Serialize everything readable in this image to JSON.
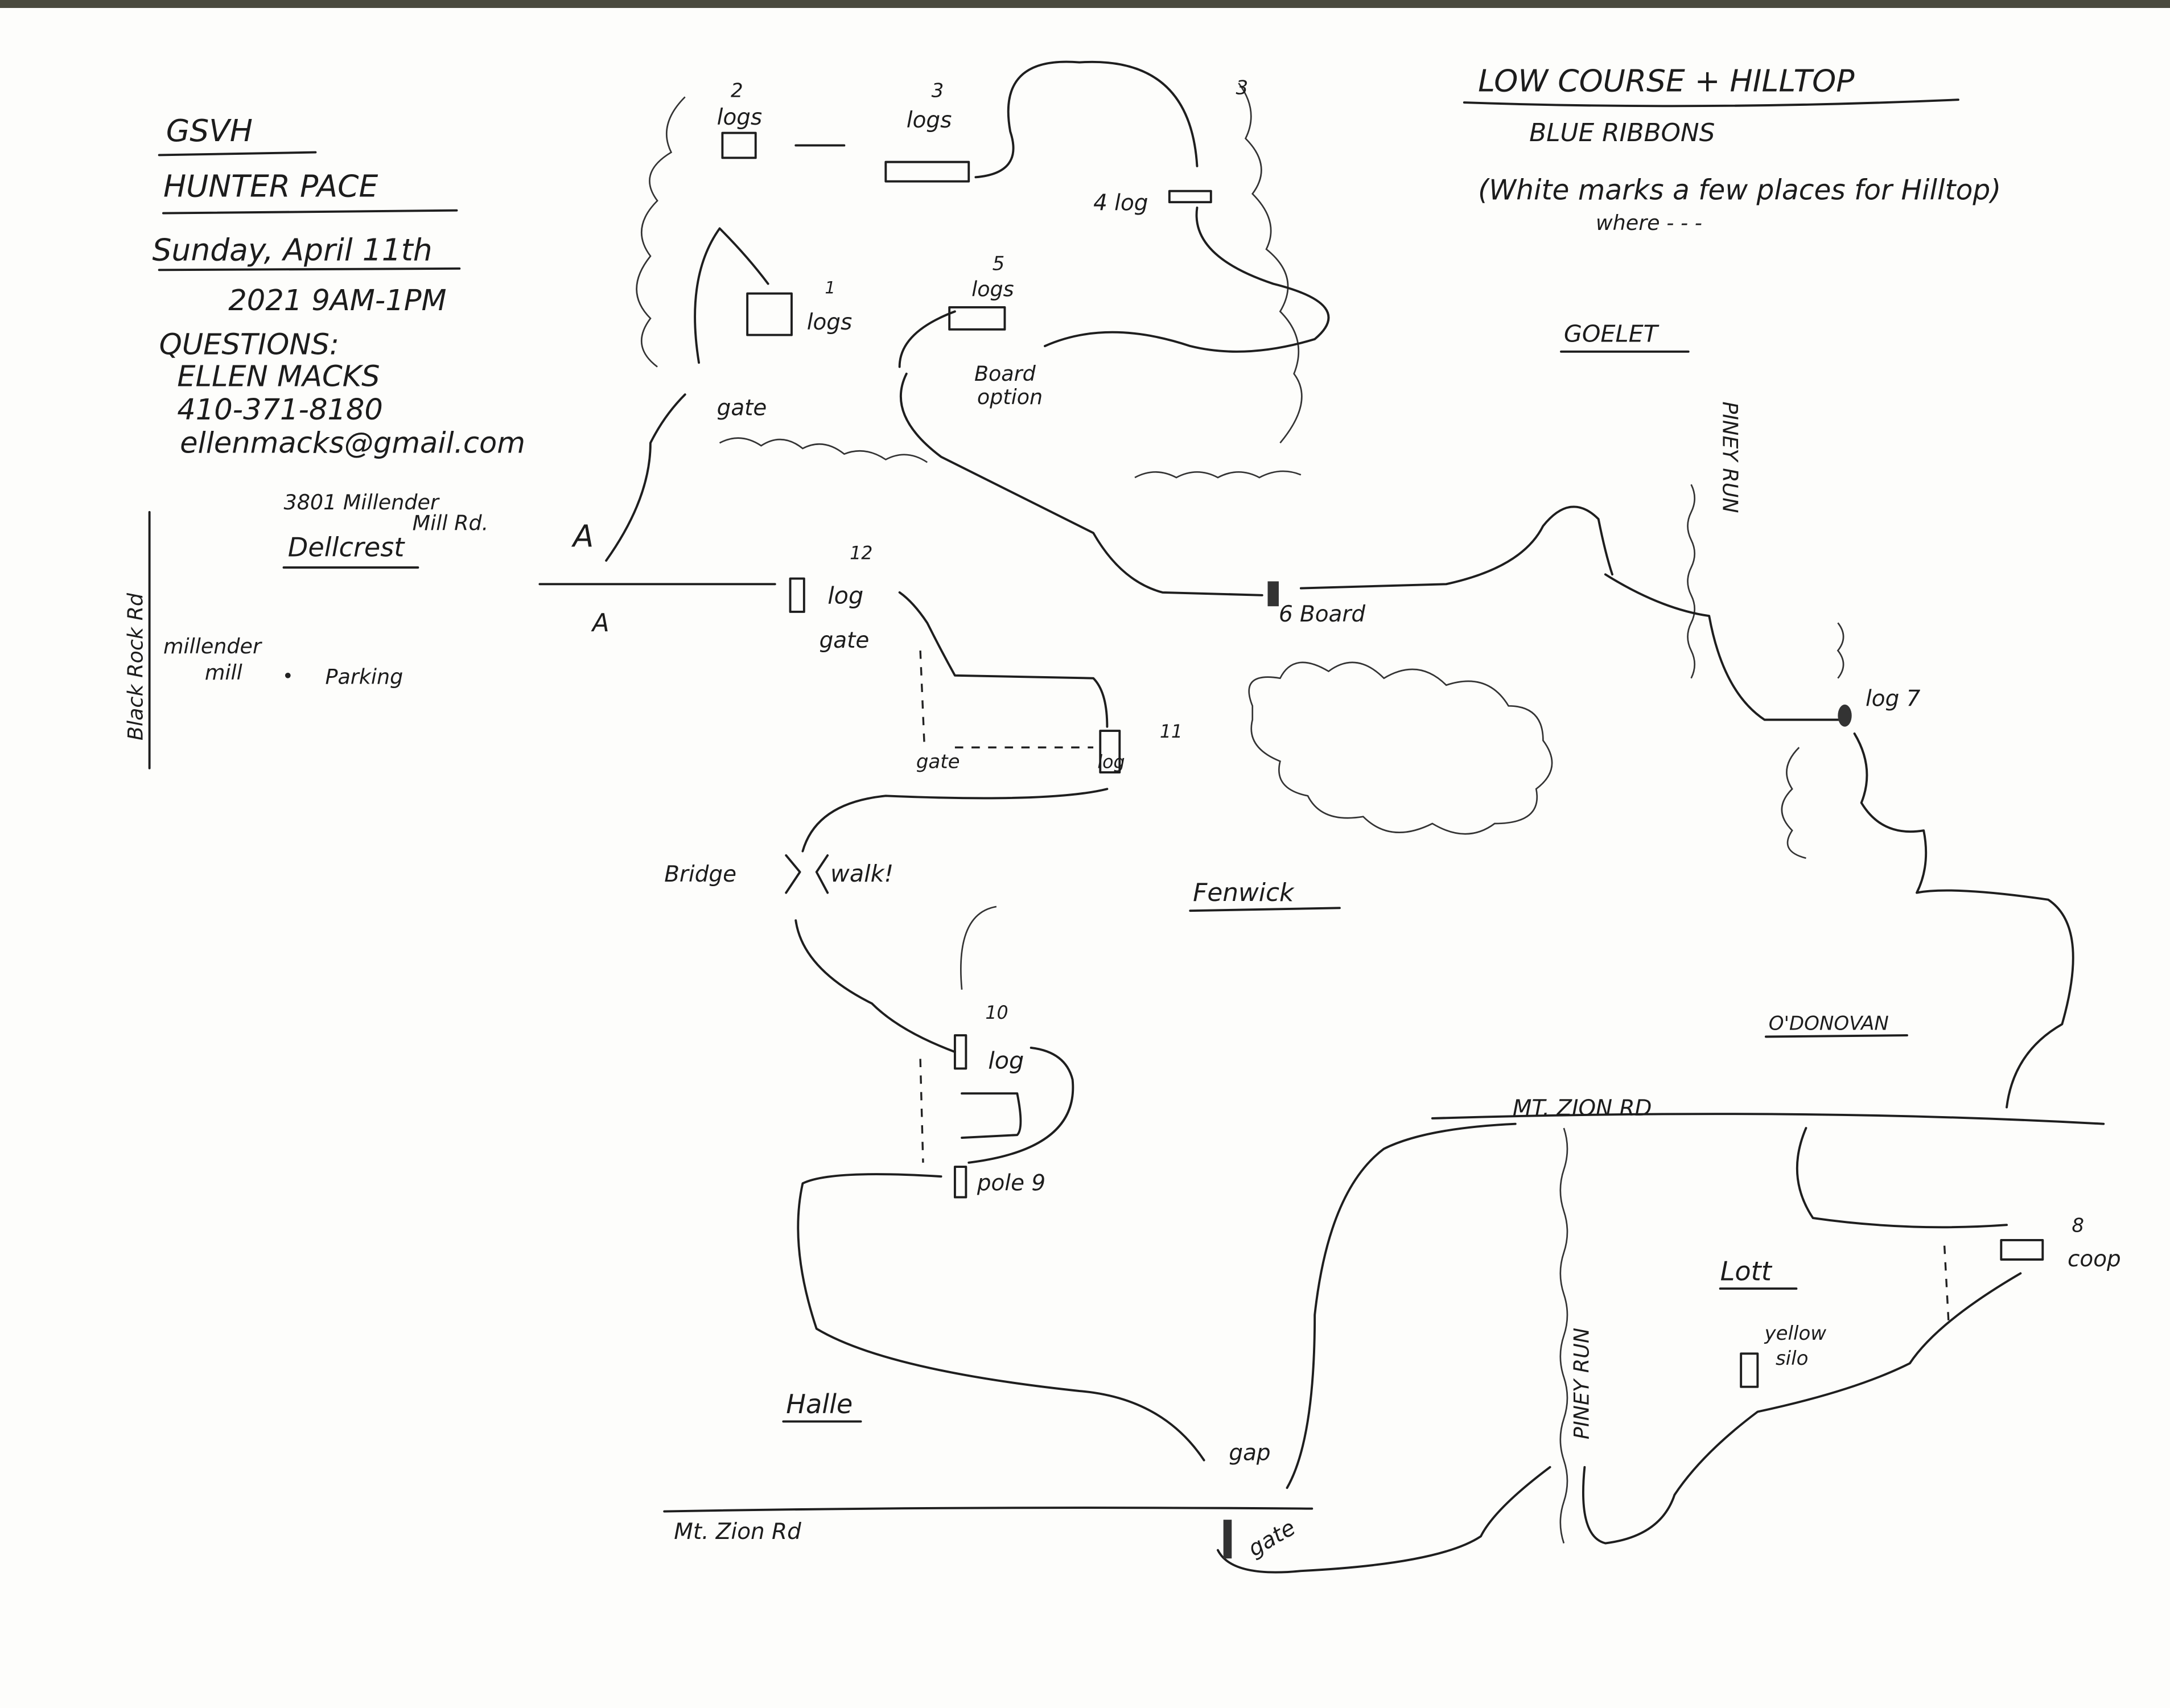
{
  "header": {
    "org": "GSVH",
    "event": "HUNTER PACE",
    "date": "Sunday, April 11th",
    "year_time": "2021 9AM-1PM",
    "questions_label": "QUESTIONS:",
    "contact_name": "ELLEN MACKS",
    "phone": "410-371-8180",
    "email": "ellenmacks@gmail.com",
    "address_line1": "3801 Millender",
    "address_line2": "Mill Rd."
  },
  "legend": {
    "course": "LOW COURSE + HILLTOP",
    "ribbons": "BLUE RIBBONS",
    "note": "(White marks a few places for Hilltop)",
    "note2": "where - - -"
  },
  "properties": {
    "dellcrest": "Dellcrest",
    "goelet": "GOELET",
    "fenwick": "Fenwick",
    "odonovan": "O'DONOVAN",
    "lott": "Lott",
    "halle": "Halle"
  },
  "roads": {
    "black_rock": "Black Rock Rd",
    "mt_zion_upper": "MT. ZION RD",
    "mt_zion_lower": "Mt. Zion Rd",
    "piney_run_upper": "PINEY RUN",
    "piney_run_lower": "PINEY RUN"
  },
  "parking": {
    "millender": "millender",
    "mill": "mill",
    "parking": "Parking"
  },
  "jumps": {
    "j1_num": "1",
    "j1": "logs",
    "j2_num": "2",
    "j2": "logs",
    "j3_num": "3",
    "j3": "logs",
    "j3b_num": "3",
    "j4": "4 log",
    "j5_num": "5",
    "j5": "logs",
    "board_option_1": "Board",
    "board_option_2": "option",
    "gate_a": "gate",
    "start_a1": "A",
    "start_a2": "A",
    "j6": "6 Board",
    "j7": "log 7",
    "j8_num": "8",
    "j8": "coop",
    "j9": "pole 9",
    "j10_num": "10",
    "j10": "log",
    "j11_num": "11",
    "j11": "log",
    "gate_11": "gate",
    "j12_num": "12",
    "j12": "log",
    "gate_12": "gate",
    "bridge": "Bridge",
    "walk": "walk!",
    "gap": "gap",
    "gate_road": "gate",
    "silo1": "yellow",
    "silo2": "silo"
  }
}
